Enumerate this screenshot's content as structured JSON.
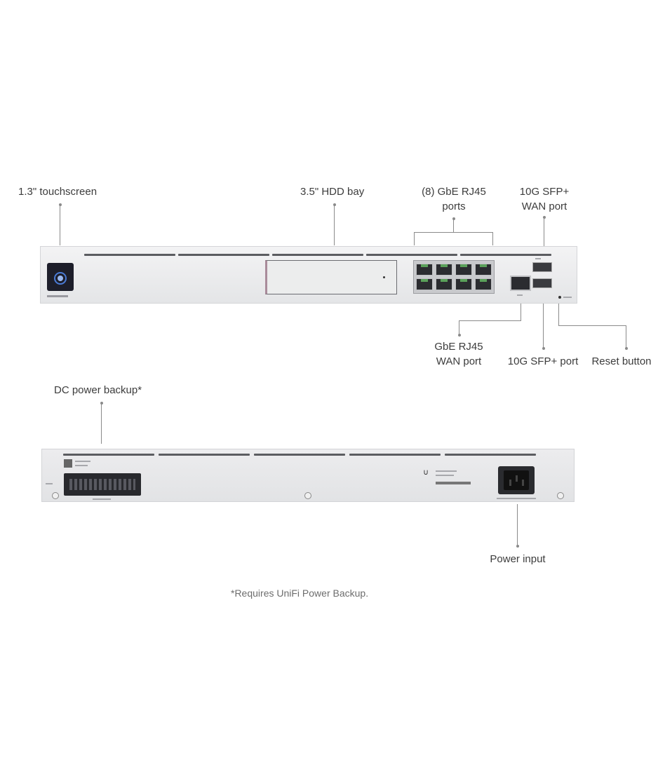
{
  "front_labels": {
    "touchscreen": "1.3\" touchscreen",
    "hdd_bay": "3.5\" HDD bay",
    "gbe_ports_line1": "(8) GbE RJ45",
    "gbe_ports_line2": "ports",
    "sfp_wan_line1": "10G SFP+",
    "sfp_wan_line2": "WAN port",
    "gbe_wan_line1": "GbE RJ45",
    "gbe_wan_line2": "WAN port",
    "sfp_port": "10G SFP+ port",
    "reset_button": "Reset button"
  },
  "rear_labels": {
    "dc_power_backup": "DC power backup*",
    "power_input": "Power input"
  },
  "footnote": "*Requires UniFi Power Backup.",
  "colors": {
    "chassis": "#e9eaec",
    "vent": "#5b5c60",
    "port": "#2b2c30",
    "port_led": "#5aa15a",
    "screen": "#1d1e2a",
    "screen_accent": "#4a7bd6",
    "leader": "#8a8a8a",
    "text": "#3c3c3c"
  }
}
